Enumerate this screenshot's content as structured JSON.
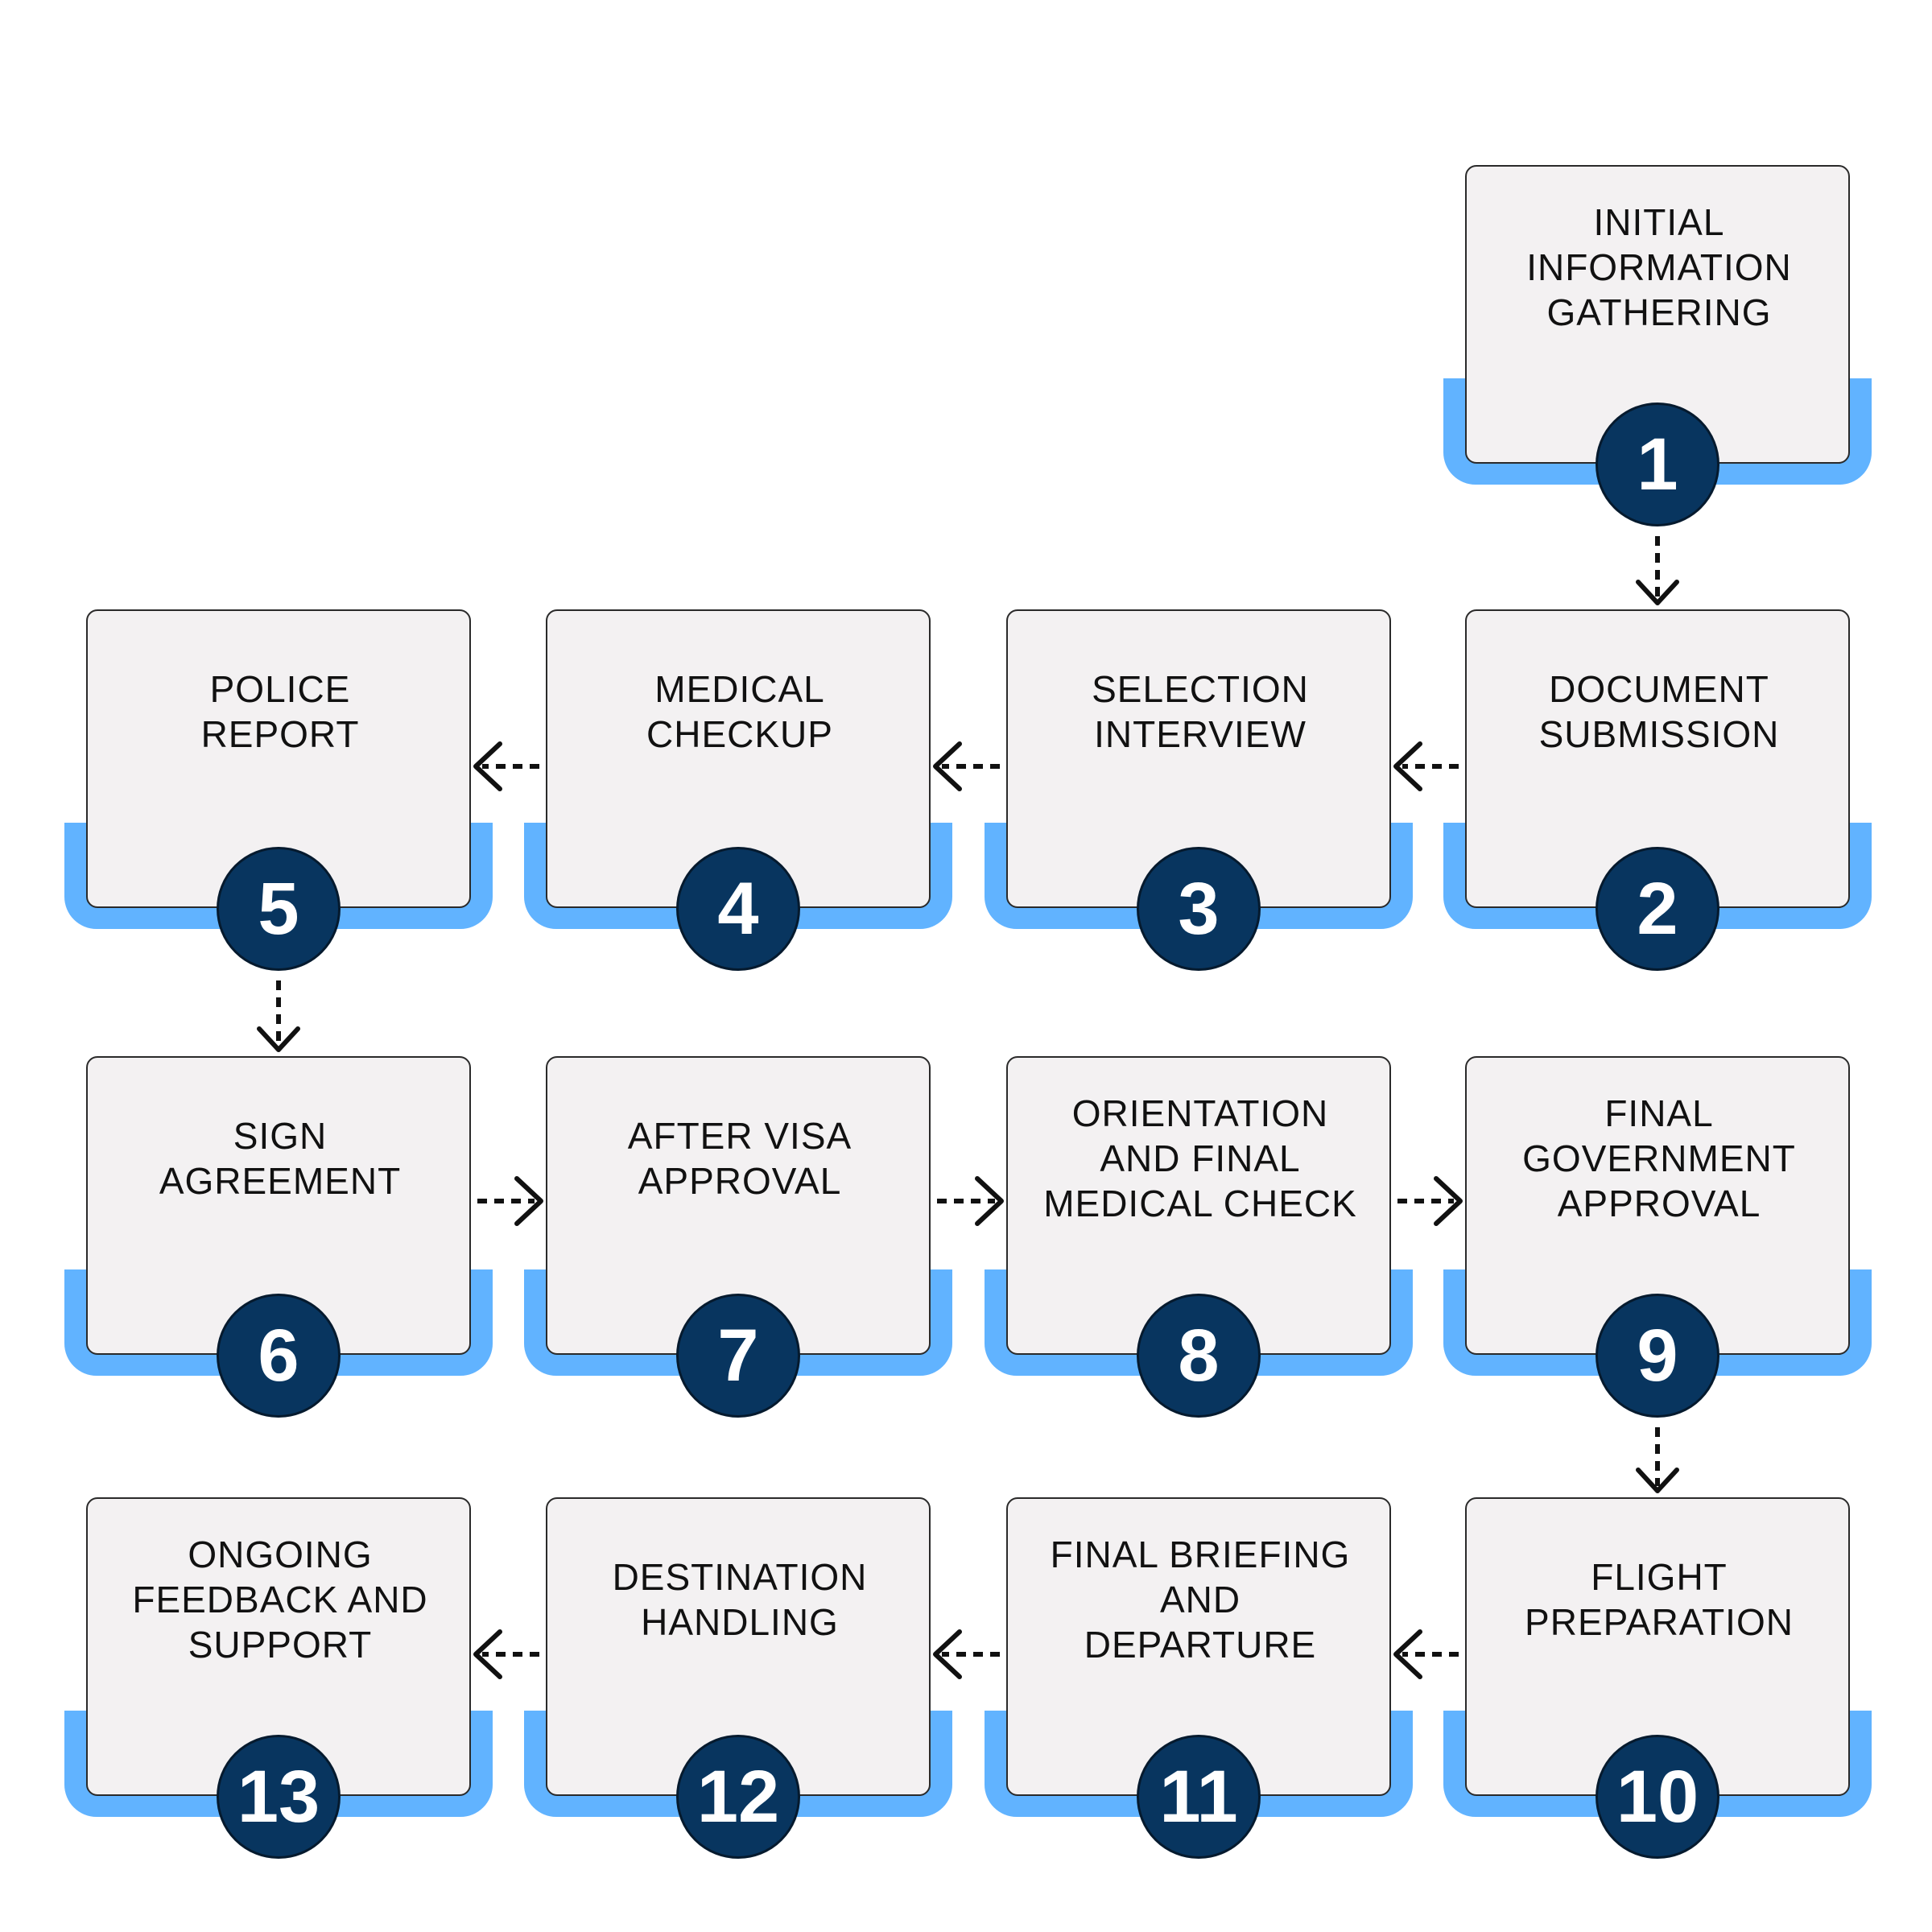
{
  "colors": {
    "card_fill": "#f3f1f2",
    "card_border": "#2a2a2a",
    "accent_band": "#61b3ff",
    "badge_fill": "#08355f",
    "badge_text": "#ffffff",
    "arrow": "#111111"
  },
  "steps": [
    {
      "number": "1",
      "label": "INITIAL\nINFORMATION\nGATHERING"
    },
    {
      "number": "2",
      "label": "DOCUMENT\nSUBMISSION"
    },
    {
      "number": "3",
      "label": "SELECTION\nINTERVIEW"
    },
    {
      "number": "4",
      "label": "MEDICAL\nCHECKUP"
    },
    {
      "number": "5",
      "label": "POLICE\nREPORT"
    },
    {
      "number": "6",
      "label": "SIGN\nAGREEMENT"
    },
    {
      "number": "7",
      "label": "AFTER VISA\nAPPROVAL"
    },
    {
      "number": "8",
      "label": "ORIENTATION\nAND FINAL\nMEDICAL CHECK"
    },
    {
      "number": "9",
      "label": "FINAL\nGOVERNMENT\nAPPROVAL"
    },
    {
      "number": "10",
      "label": "FLIGHT\nPREPARATION"
    },
    {
      "number": "11",
      "label": "FINAL BRIEFING\nAND\nDEPARTURE"
    },
    {
      "number": "12",
      "label": "DESTINATION\nHANDLING"
    },
    {
      "number": "13",
      "label": "ONGOING\nFEEDBACK AND\nSUPPORT"
    }
  ],
  "connectors": [
    {
      "from": "1",
      "to": "2",
      "direction": "down"
    },
    {
      "from": "2",
      "to": "3",
      "direction": "left"
    },
    {
      "from": "3",
      "to": "4",
      "direction": "left"
    },
    {
      "from": "4",
      "to": "5",
      "direction": "left"
    },
    {
      "from": "5",
      "to": "6",
      "direction": "down"
    },
    {
      "from": "6",
      "to": "7",
      "direction": "right"
    },
    {
      "from": "7",
      "to": "8",
      "direction": "right"
    },
    {
      "from": "8",
      "to": "9",
      "direction": "right"
    },
    {
      "from": "9",
      "to": "10",
      "direction": "down"
    },
    {
      "from": "10",
      "to": "11",
      "direction": "left"
    },
    {
      "from": "11",
      "to": "12",
      "direction": "left"
    },
    {
      "from": "12",
      "to": "13",
      "direction": "left"
    }
  ]
}
